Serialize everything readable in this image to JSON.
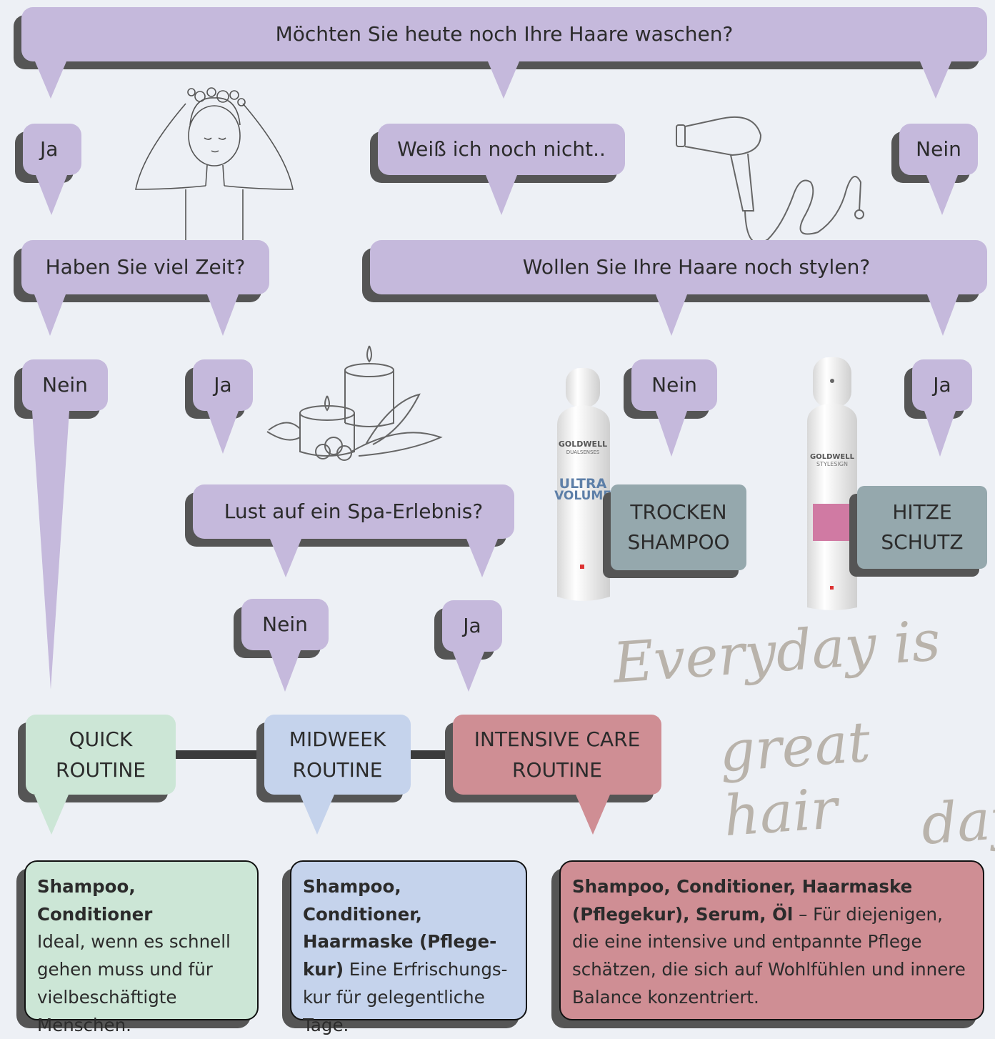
{
  "questions": {
    "q1": "Möchten Sie heute noch Ihre Haare waschen?",
    "q_time": "Haben Sie viel Zeit?",
    "q_style": "Wollen Sie Ihre Haare noch stylen?",
    "q_spa": "Lust auf ein Spa-Erlebnis?"
  },
  "answers": {
    "a_ja1": "Ja",
    "a_unsure": "Weiß ich noch nicht..",
    "a_nein1": "Nein",
    "a_time_nein": "Nein",
    "a_time_ja": "Ja",
    "a_style_nein": "Nein",
    "a_style_ja": "Ja",
    "a_spa_nein": "Nein",
    "a_spa_ja": "Ja"
  },
  "products": {
    "trocken_line1": "TROCKEN",
    "trocken_line2": "SHAMPOO",
    "hitze_line1": "HITZE",
    "hitze_line2": "SCHUTZ",
    "can1_brand": "GOLDWELL",
    "can1_sub": "DUALSENSES",
    "can1_name1": "ULTRA",
    "can1_name2": "VOLUME",
    "can2_brand": "GOLDWELL",
    "can2_sub": "STYLESIGN"
  },
  "routines": {
    "quick_l1": "QUICK",
    "quick_l2": "ROUTINE",
    "mid_l1": "MIDWEEK",
    "mid_l2": "ROUTINE",
    "int_l1": "INTENSIVE CARE",
    "int_l2": "ROUTINE"
  },
  "cards": {
    "quick_bold": "Shampoo, Conditioner",
    "quick_text": "Ideal, wenn es schnell gehen muss und für vielbeschäftigte Menschen.",
    "mid_bold": "Shampoo, Conditioner, Haarmaske (Pflege-kur)",
    "mid_text": " Eine Erfrischungs-kur für gelegentliche Tage.",
    "int_bold": "Shampoo, Conditioner, Haarmaske (Pflegekur), Serum, Öl",
    "int_text": " – Für diejenigen, die eine intensive und entpannte Pflege schätzen, die sich auf Wohlfühlen und innere Balance konzentriert."
  },
  "slogan": {
    "l1": "Everyday is",
    "l2": "great hair",
    "l3": "day"
  },
  "colors": {
    "bubble": "#c5b9dc",
    "shadow": "#555555",
    "quick": "#cce6d6",
    "midweek": "#c5d3ec",
    "intensive": "#cf8e94",
    "product_label": "#95a8ad",
    "background": "#edf0f5"
  }
}
